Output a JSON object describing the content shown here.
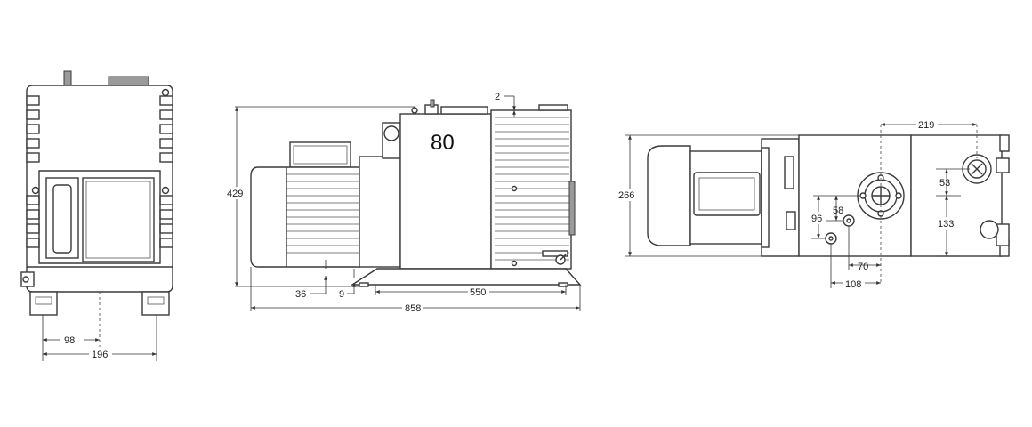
{
  "model_label": "80",
  "front_view": {
    "dims": {
      "half_width": "98",
      "width": "196"
    }
  },
  "side_view": {
    "dims": {
      "height": "429",
      "top_offset": "2",
      "foot_offset": "36",
      "gap": "9",
      "base_length": "550",
      "total_length": "858"
    }
  },
  "top_view": {
    "dims": {
      "depth": "266",
      "port_spacing": "219",
      "port_offset_y": "53",
      "port_offset_y2": "133",
      "outlet_y": "58",
      "outlet_y2": "96",
      "outlet_x": "70",
      "outlet_x2": "108"
    }
  },
  "colors": {
    "line": "#3a3a3a",
    "fill_grey": "#9a9a9a",
    "background": "#ffffff"
  }
}
